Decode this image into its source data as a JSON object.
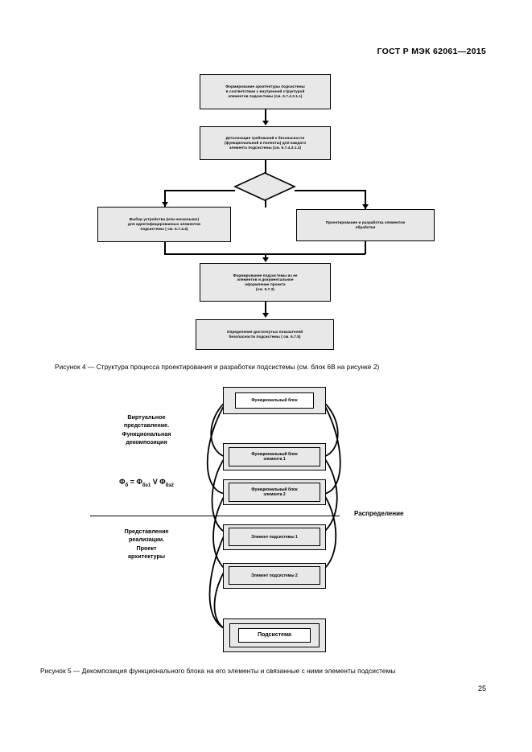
{
  "document": {
    "header": "ГОСТ Р МЭК 62061—2015",
    "page_number": "25"
  },
  "figure4": {
    "caption": "Рисунок 4 — Структура процесса проектирования и разработки подсистемы (см. блок 6В на рисунке 2)",
    "boxes": [
      {
        "id": "box-1",
        "lines": [
          "Формирование архитектуры подсистемы",
          "в соответствии с внутренней структурой",
          "элементов подсистемы (см. 6.7.4.3.1.1)"
        ]
      },
      {
        "id": "box-2",
        "lines": [
          "Детализация требований к безопасности",
          "(функциональной и полноты) для каждого",
          "элемента подсистемы (см. 6.7.4.3.1.2)"
        ]
      },
      {
        "id": "box-3",
        "lines": [
          "Выбор устройства (или нескольких)",
          "для идентифицированных элементов",
          "подсистемы ( см. 6.7.4.4)"
        ]
      },
      {
        "id": "box-4",
        "lines": [
          "Проектирование и разработка элементов",
          "обработки"
        ]
      },
      {
        "id": "box-5",
        "lines": [
          "Формирование подсистемы из ее",
          "элементов и документальное",
          "оформление проекта",
          "(см. 6.7.3)"
        ]
      },
      {
        "id": "box-6",
        "lines": [
          "Определение достигнутых показателей",
          "безопасности подсистемы ( см. 6.7.5)"
        ]
      }
    ],
    "decision": {
      "id": "decision-diamond",
      "label": ""
    }
  },
  "figure5": {
    "caption": "Рисунок 5 — Декомпозиция функционального блока на его элементы и связанные с ними элементы подсистемы",
    "blocks": [
      {
        "id": "functional-block",
        "lines": [
          "Функциональный блок"
        ]
      },
      {
        "id": "functional-block-element-1",
        "lines": [
          "Функциональный блок",
          "элемента 1"
        ]
      },
      {
        "id": "functional-block-element-2",
        "lines": [
          "Функциональный блок",
          "элемента 2"
        ]
      },
      {
        "id": "subsystem-element-1",
        "lines": [
          "Элемент подсистемы 1"
        ]
      },
      {
        "id": "subsystem-element-2",
        "lines": [
          "Элемент подсистемы 2"
        ]
      },
      {
        "id": "subsystem",
        "lines": [
          "Подсистема"
        ]
      }
    ],
    "left_label_top": [
      "Виртуальное",
      "представление.",
      "Функциональная",
      "декомпозиция"
    ],
    "left_label_bottom": [
      "Представление",
      "реализации.",
      "Проект",
      "архитектуры"
    ],
    "formula": {
      "lhs": "Φ",
      "lhs_sub": "б",
      "op1": "=",
      "rhs1": "Φ",
      "rhs1_sub": "бэ1",
      "op2": "V",
      "rhs2": "Φ",
      "rhs2_sub": "бэ2"
    },
    "right_label": "Распределение"
  },
  "colors": {
    "box_fill": "#e8e8e8",
    "line": "#000000",
    "page_bg": "#ffffff"
  }
}
